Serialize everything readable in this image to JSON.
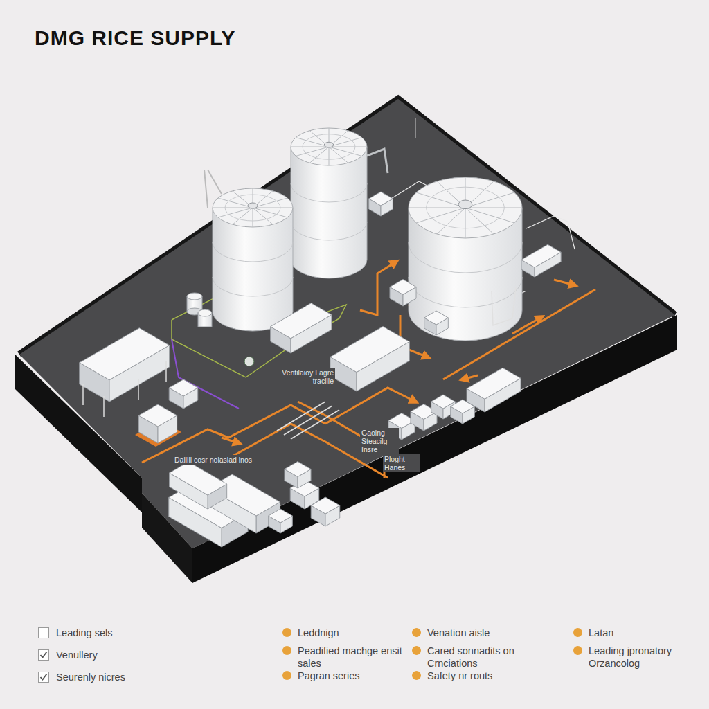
{
  "diagram": {
    "title": "DMG RICE SUPPLY",
    "labels": [
      "Ventilaioy Lagre tracilie",
      "Daiiili cosr nolaslad lnos",
      "Gaoing Steacilg Insre",
      "Ploght Hanes"
    ],
    "legend": [
      {
        "text": "Leading sels"
      },
      {
        "text": "Venullery"
      },
      {
        "text": "Seurenly nicres"
      },
      {
        "text": "Leddnign",
        "color": "#e8a23a"
      },
      {
        "text": "Peadified machge ensit sales",
        "color": "#e8a23a"
      },
      {
        "text": "Pagran series",
        "color": "#e8a23a"
      },
      {
        "text": "Venation aisle",
        "color": "#e8a23a"
      },
      {
        "text": "Cared sonnadits on Crnciations",
        "color": "#e8a23a"
      },
      {
        "text": "Safety nr routs",
        "color": "#e8a23a"
      },
      {
        "text": "Latan",
        "color": "#e8a23a"
      },
      {
        "text": "Leading jpronatory Orzancolog",
        "color": "#e8a23a"
      }
    ]
  }
}
